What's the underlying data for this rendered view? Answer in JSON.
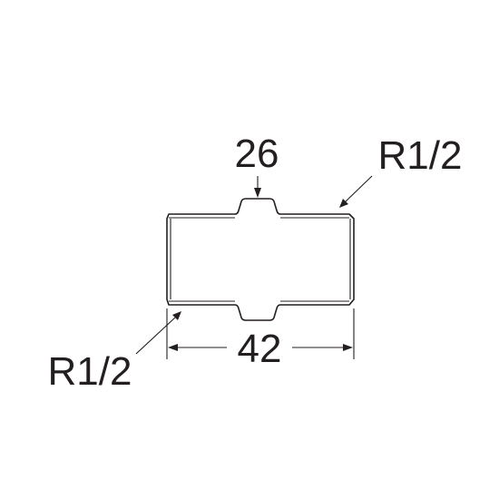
{
  "dimensions": {
    "hex_width": "26",
    "overall_length": "42",
    "thread_right": "R1/2",
    "thread_left": "R1/2"
  },
  "colors": {
    "line": "#231f20",
    "background": "#ffffff"
  }
}
